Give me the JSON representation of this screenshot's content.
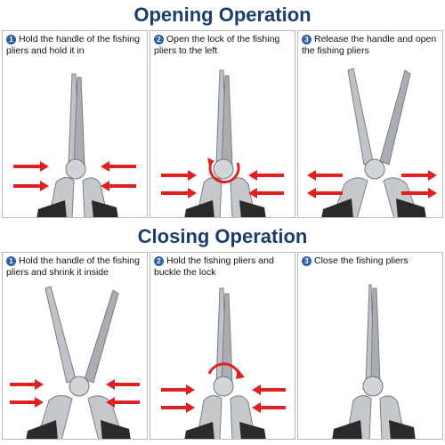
{
  "opening": {
    "title": "Opening Operation",
    "steps": [
      {
        "num": "1",
        "text": "Hold the handle of the fishing pliers and hold it in"
      },
      {
        "num": "2",
        "text": "Open the lock of the fishing pliers to the left"
      },
      {
        "num": "3",
        "text": "Release the handle and open the fishing pliers"
      }
    ]
  },
  "closing": {
    "title": "Closing Operation",
    "steps": [
      {
        "num": "1",
        "text": "Hold the handle of the fishing pliers and shrink it inside"
      },
      {
        "num": "2",
        "text": "Hold the fishing pliers and buckle the lock"
      },
      {
        "num": "3",
        "text": "Close the fishing pliers"
      }
    ]
  },
  "colors": {
    "title": "#1c3d6b",
    "step_badge": "#2f5fa8",
    "arrow": "#e02020",
    "steel": "#b8bcc0",
    "grip": "#2a2a2a"
  },
  "icons": [
    "pliers-image",
    "squeeze-arrow-icon",
    "release-arrow-icon",
    "rotate-arrow-icon"
  ]
}
